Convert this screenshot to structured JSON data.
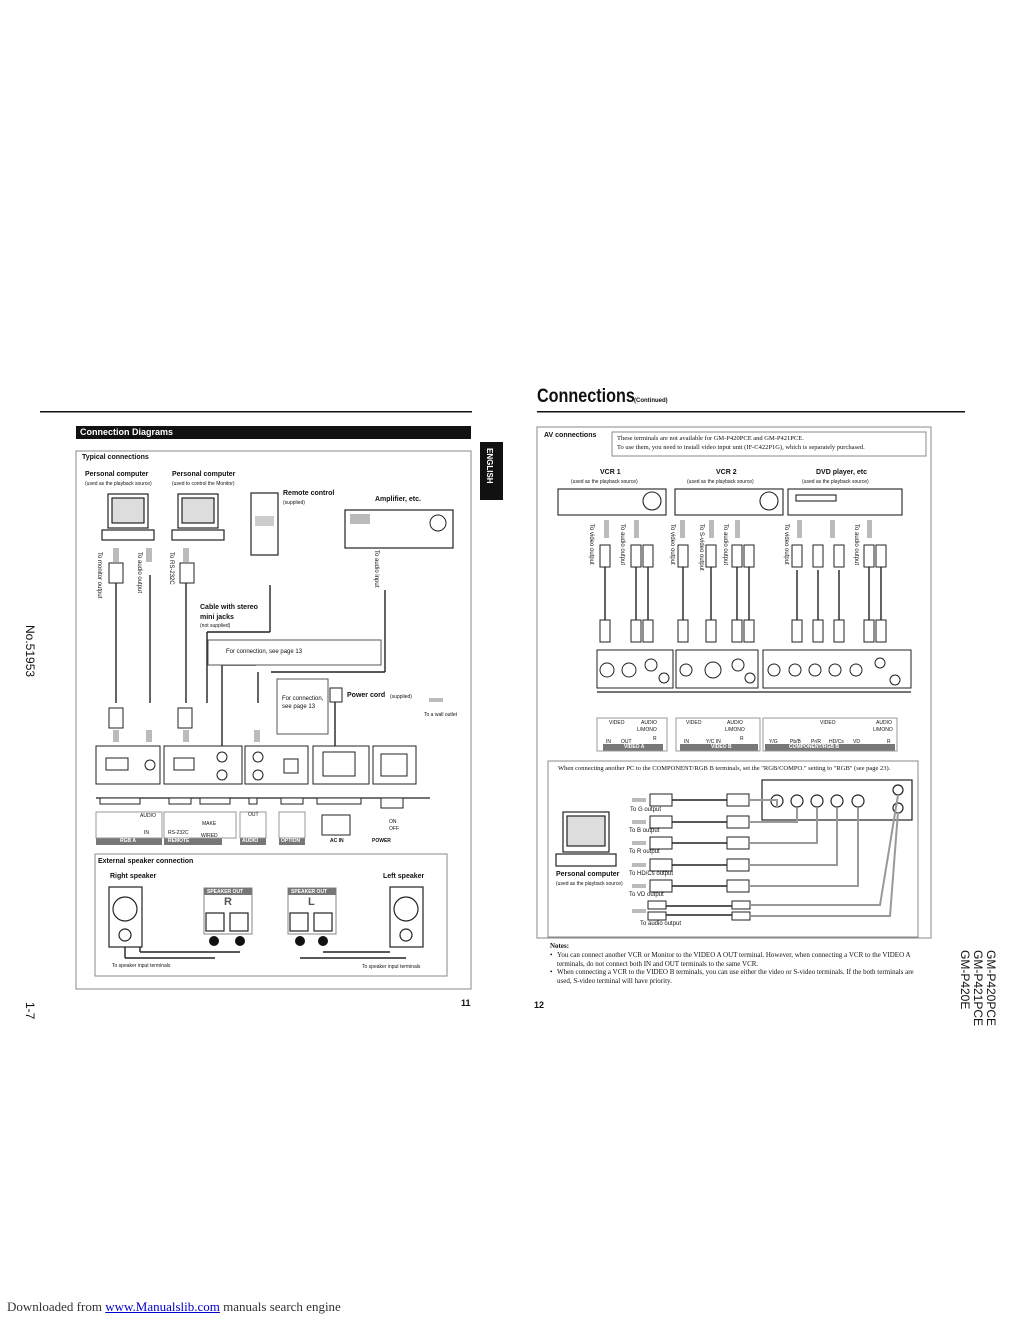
{
  "left_page": {
    "section_bar": "Connection Diagrams",
    "typical_title": "Typical connections",
    "pc1_title": "Personal computer",
    "pc1_sub": "(used as the playback source)",
    "pc2_title": "Personal computer",
    "pc2_sub": "(used to control the Monitor)",
    "remote_title": "Remote control",
    "remote_sub": "(supplied)",
    "amp_title": "Amplifier, etc.",
    "to_monitor_output": "To monitor output",
    "to_audio_output": "To audio output",
    "to_rs232c": "To RS-232C",
    "to_audio_input": "To audio input",
    "cable_title": "Cable with stereo mini jacks",
    "cable_sub": "(not supplied)",
    "see_page_13_a": "For connection, see page 13",
    "see_page_13_b": "For connection, see page 13",
    "power_cord": "Power cord",
    "power_cord_sub": "(supplied)",
    "wall_outlet": "To a wall outlet",
    "panel_labels": [
      "RGB A",
      "REMOTE",
      "AUDIO",
      "OPTION",
      "AC IN",
      "POWER"
    ],
    "panel_small": {
      "audio_in": "AUDIO",
      "in": "IN",
      "rs232c": "RS-232C",
      "make": "MAKE",
      "wired": "WIRED",
      "out": "OUT",
      "on": "ON",
      "off": "OFF"
    },
    "speaker_title": "External speaker connection",
    "right_speaker": "Right speaker",
    "left_speaker": "Left speaker",
    "speaker_out": "SPEAKER OUT",
    "speaker_r": "R",
    "speaker_l": "L",
    "to_speaker_terminals_l": "To speaker input terminals",
    "to_speaker_terminals_r": "To speaker input terminals",
    "page_number": "11",
    "english_tab": "ENGLISH",
    "doc_number": "No.51953",
    "sheet_number": "1-7"
  },
  "right_page": {
    "heading": "Connections",
    "heading_sub": "(Continued)",
    "av_title": "AV connections",
    "av_note_1": "These terminals are not available for GM-P420PCE and GM-P421PCE.",
    "av_note_2": "To use them, you need to install video input unit (IF-C422P1G), which is separately purchased.",
    "vcr1_title": "VCR 1",
    "vcr1_sub": "(used as the playback source)",
    "vcr2_title": "VCR 2",
    "vcr2_sub": "(used as the playback source)",
    "dvd_title": "DVD player, etc",
    "dvd_sub": "(used as the playback source)",
    "v_labels": [
      "To video output",
      "To audio output",
      "To video output",
      "To S-video output",
      "To audio output",
      "To video output",
      "To audio output"
    ],
    "panel_a_labels": [
      "VIDEO",
      "AUDIO",
      "L/MONO",
      "R",
      "IN",
      "OUT",
      "VIDEO A"
    ],
    "panel_b_labels": [
      "VIDEO",
      "AUDIO",
      "L/MONO",
      "R",
      "IN",
      "Y/C IN",
      "VIDEO B"
    ],
    "panel_c_labels": [
      "VIDEO",
      "AUDIO",
      "L/MONO",
      "R",
      "Y/G",
      "Pb/B",
      "Pr/R",
      "HD/Cs",
      "VD",
      "COMPONENT/RGB B"
    ],
    "pc_note": "When connecting another PC to the COMPONENT/RGB B terminals, set the \"RGB/COMPO.\" setting to \"RGB\" (see page 23).",
    "pc_title": "Personal computer",
    "pc_sub": "(used as the playback source)",
    "to_g": "To G output",
    "to_b": "To B output",
    "to_r": "To R output",
    "to_hd": "To HD/Cs output",
    "to_vd": "To  VD output",
    "to_audio": "To audio output",
    "notes_title": "Notes:",
    "note_1": "You can connect another VCR or Monitor to the VIDEO A OUT terminal. However, when connecting a VCR to the VIDEO A terminals, do not connect both IN and OUT terminals to the same VCR.",
    "note_2": "When connecting a VCR to the VIDEO B terminals, you can use either the video or S-video terminals. If the both terminals are used, S-video terminal will have priority.",
    "page_number": "12",
    "models": [
      "GM-P420PCE",
      "GM-P421PCE",
      "GM-P420E"
    ]
  },
  "footer": {
    "prefix": "Downloaded from",
    "link": "www.Manualslib.com",
    "suffix": "manuals search engine"
  }
}
